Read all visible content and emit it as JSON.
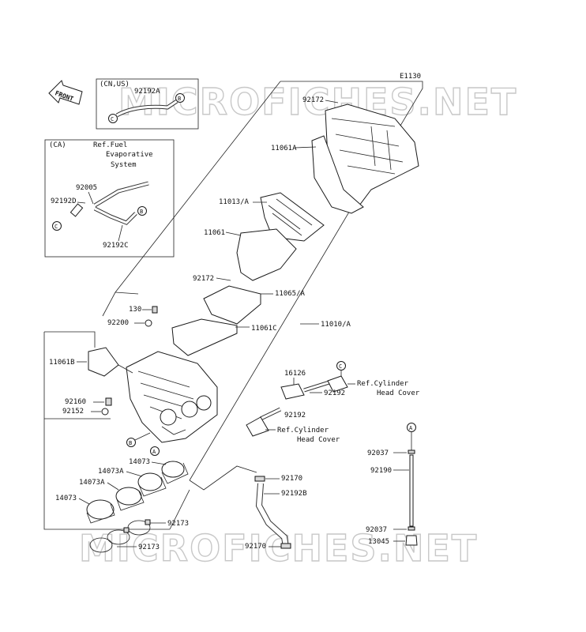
{
  "diagram_code": "E1130",
  "watermark": "MICROFICHES.NET",
  "front_label": "FRONT",
  "boxes": {
    "cn_us": {
      "title": "(CN,US)",
      "part": "92192A",
      "conn_b": "B",
      "conn_c": "C"
    },
    "ca": {
      "title": "(CA)",
      "ref_line1": "Ref.Fuel",
      "ref_line2": "Evaporative",
      "ref_line3": "System",
      "parts": [
        "92005",
        "92192D",
        "92192C"
      ],
      "conn_b": "B",
      "conn_c": "C"
    }
  },
  "labels": {
    "p92172_top": "92172",
    "p11061A": "11061A",
    "p11013A": "11013/A",
    "p11061": "11061",
    "p92172_mid": "92172",
    "p11065A": "11065/A",
    "p130": "130",
    "p92200": "92200",
    "p11061C": "11061C",
    "p11010A": "11010/A",
    "p11061B": "11061B",
    "p16126": "16126",
    "p92192_a": "92192",
    "p92192_b": "92192",
    "p92160": "92160",
    "p92152": "92152",
    "p14073_1": "14073",
    "p14073A_1": "14073A",
    "p14073A_2": "14073A",
    "p14073_2": "14073",
    "p92170_a": "92170",
    "p92192B": "92192B",
    "p92170_b": "92170",
    "p92173_a": "92173",
    "p92173_b": "92173",
    "p92037_a": "92037",
    "p92190": "92190",
    "p92037_b": "92037",
    "p13045": "13045"
  },
  "refs": {
    "cyl1_line1": "Ref.Cylinder",
    "cyl1_line2": "Head Cover",
    "cyl2_line1": "Ref.Cylinder",
    "cyl2_line2": "Head Cover"
  },
  "connectors": {
    "A": "A",
    "B": "B",
    "C": "C"
  }
}
